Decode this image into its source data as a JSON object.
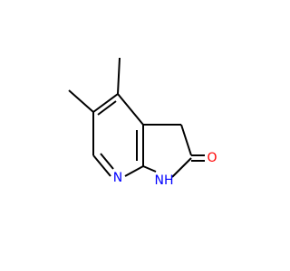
{
  "molecule": {
    "atoms": {
      "n_ring": {
        "label": "N",
        "color": "#0000ff"
      },
      "nh": {
        "label": "NH",
        "color": "#0000ff"
      },
      "o": {
        "label": "O",
        "color": "#ff0000"
      }
    }
  }
}
